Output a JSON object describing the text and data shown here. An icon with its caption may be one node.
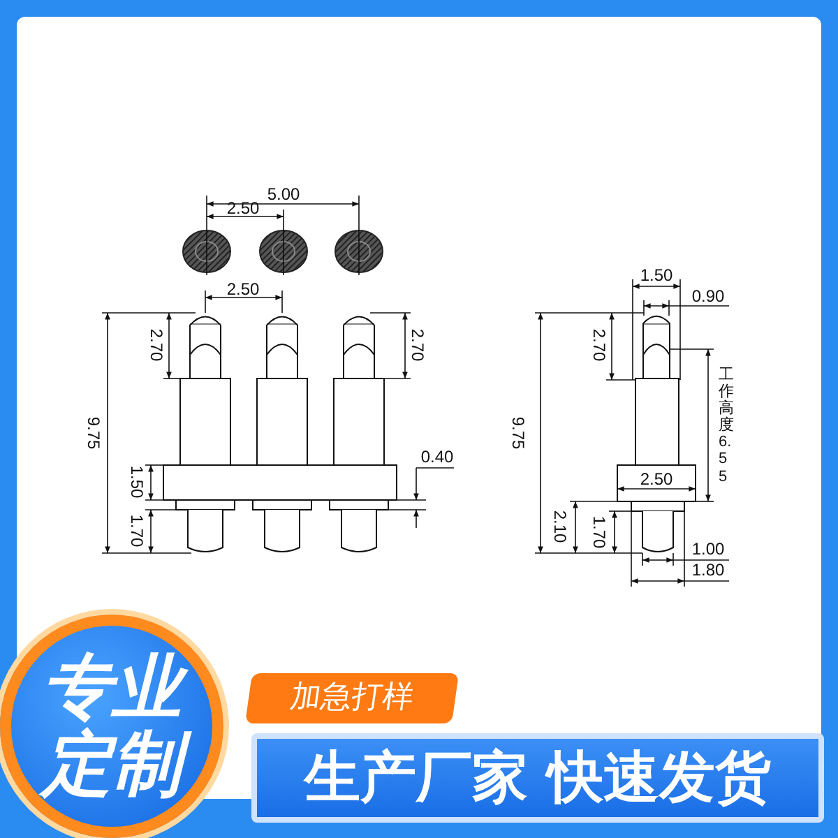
{
  "diagram": {
    "nodes": [
      {
        "text": [
          "专业定制"
        ]
      },
      {
        "text": [
          "加急打样"
        ]
      },
      {
        "text": [
          "生产厂家 快速发货"
        ]
      }
    ],
    "labels": [
      "5.00",
      "2.50",
      "2.50",
      "2.70",
      "2.70",
      "9.75",
      "0.40",
      "1.50",
      "1.70",
      "1.50",
      "0.90",
      "2.70",
      "9.75",
      "工作高度6.55",
      "2.50",
      "2.10",
      "1.70",
      "1.00",
      "1.80"
    ]
  }
}
